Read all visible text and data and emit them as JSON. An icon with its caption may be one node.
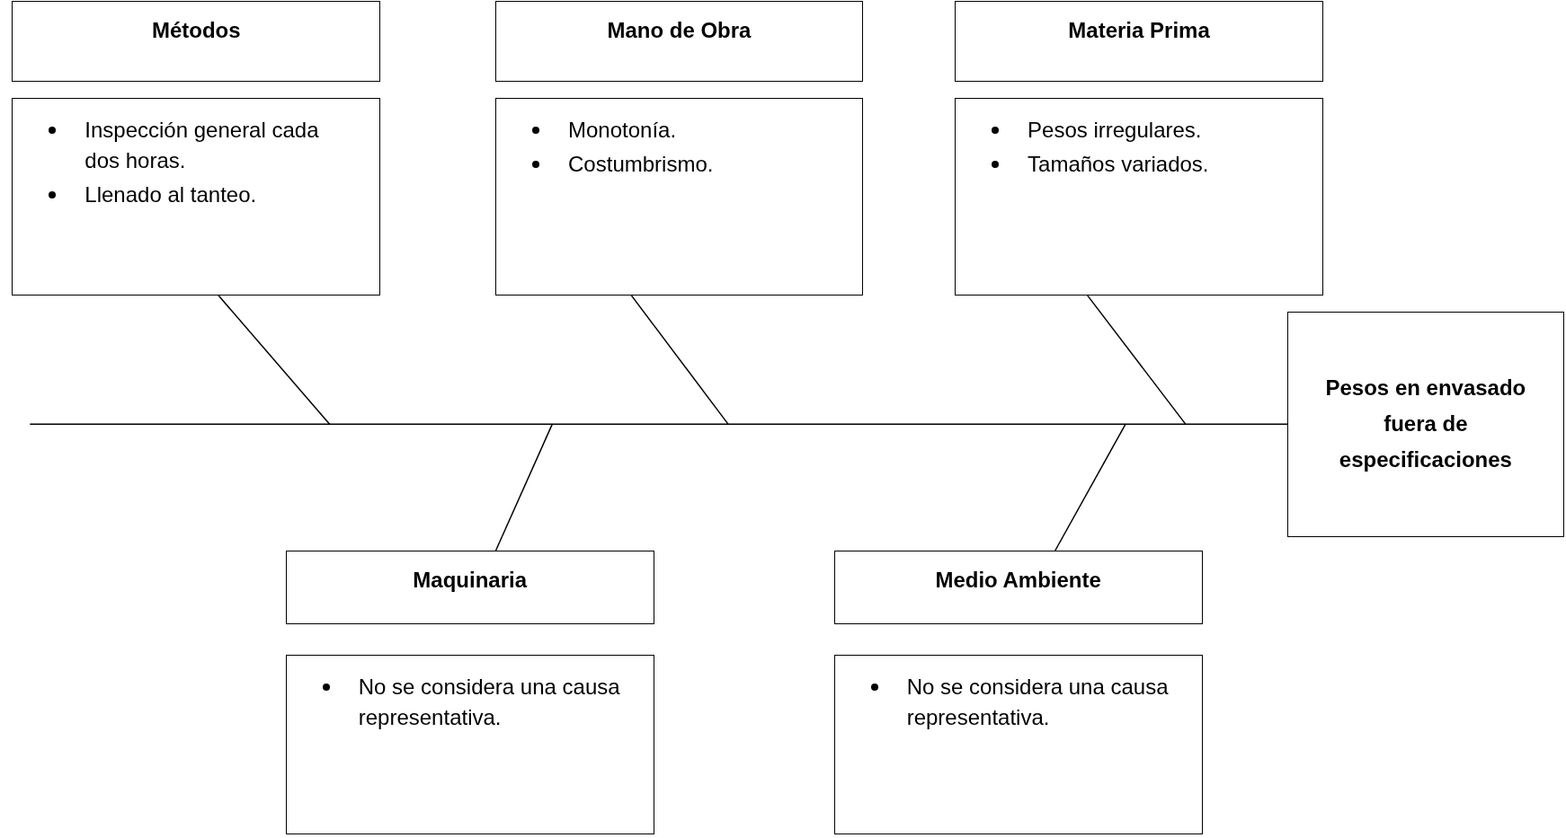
{
  "diagram": {
    "nodes": [
      {
        "text": [
          "Métodos"
        ]
      },
      {
        "text": [
          "Inspección general cada dos horas.",
          "Llenado al tanteo."
        ]
      },
      {
        "text": [
          "Mano de Obra"
        ]
      },
      {
        "text": [
          "Monotonía.",
          "Costumbrismo."
        ]
      },
      {
        "text": [
          "Materia Prima"
        ]
      },
      {
        "text": [
          "Pesos irregulares.",
          "Tamaños variados."
        ]
      },
      {
        "text": [
          "Pesos en envasado fuera de especificaciones"
        ]
      },
      {
        "text": [
          "Maquinaria"
        ]
      },
      {
        "text": [
          "No se considera una causa representativa."
        ]
      },
      {
        "text": [
          "Medio Ambiente"
        ]
      },
      {
        "text": [
          "No se considera una causa representativa."
        ]
      }
    ],
    "edges": [
      {
        "from": null,
        "to": 6,
        "arrow": "none"
      },
      {
        "from": 1,
        "to": null,
        "arrow": "none"
      },
      {
        "from": 3,
        "to": null,
        "arrow": "none"
      },
      {
        "from": 5,
        "to": null,
        "arrow": "none"
      },
      {
        "from": 7,
        "to": null,
        "arrow": "none"
      },
      {
        "from": 9,
        "to": null,
        "arrow": "none"
      }
    ]
  }
}
